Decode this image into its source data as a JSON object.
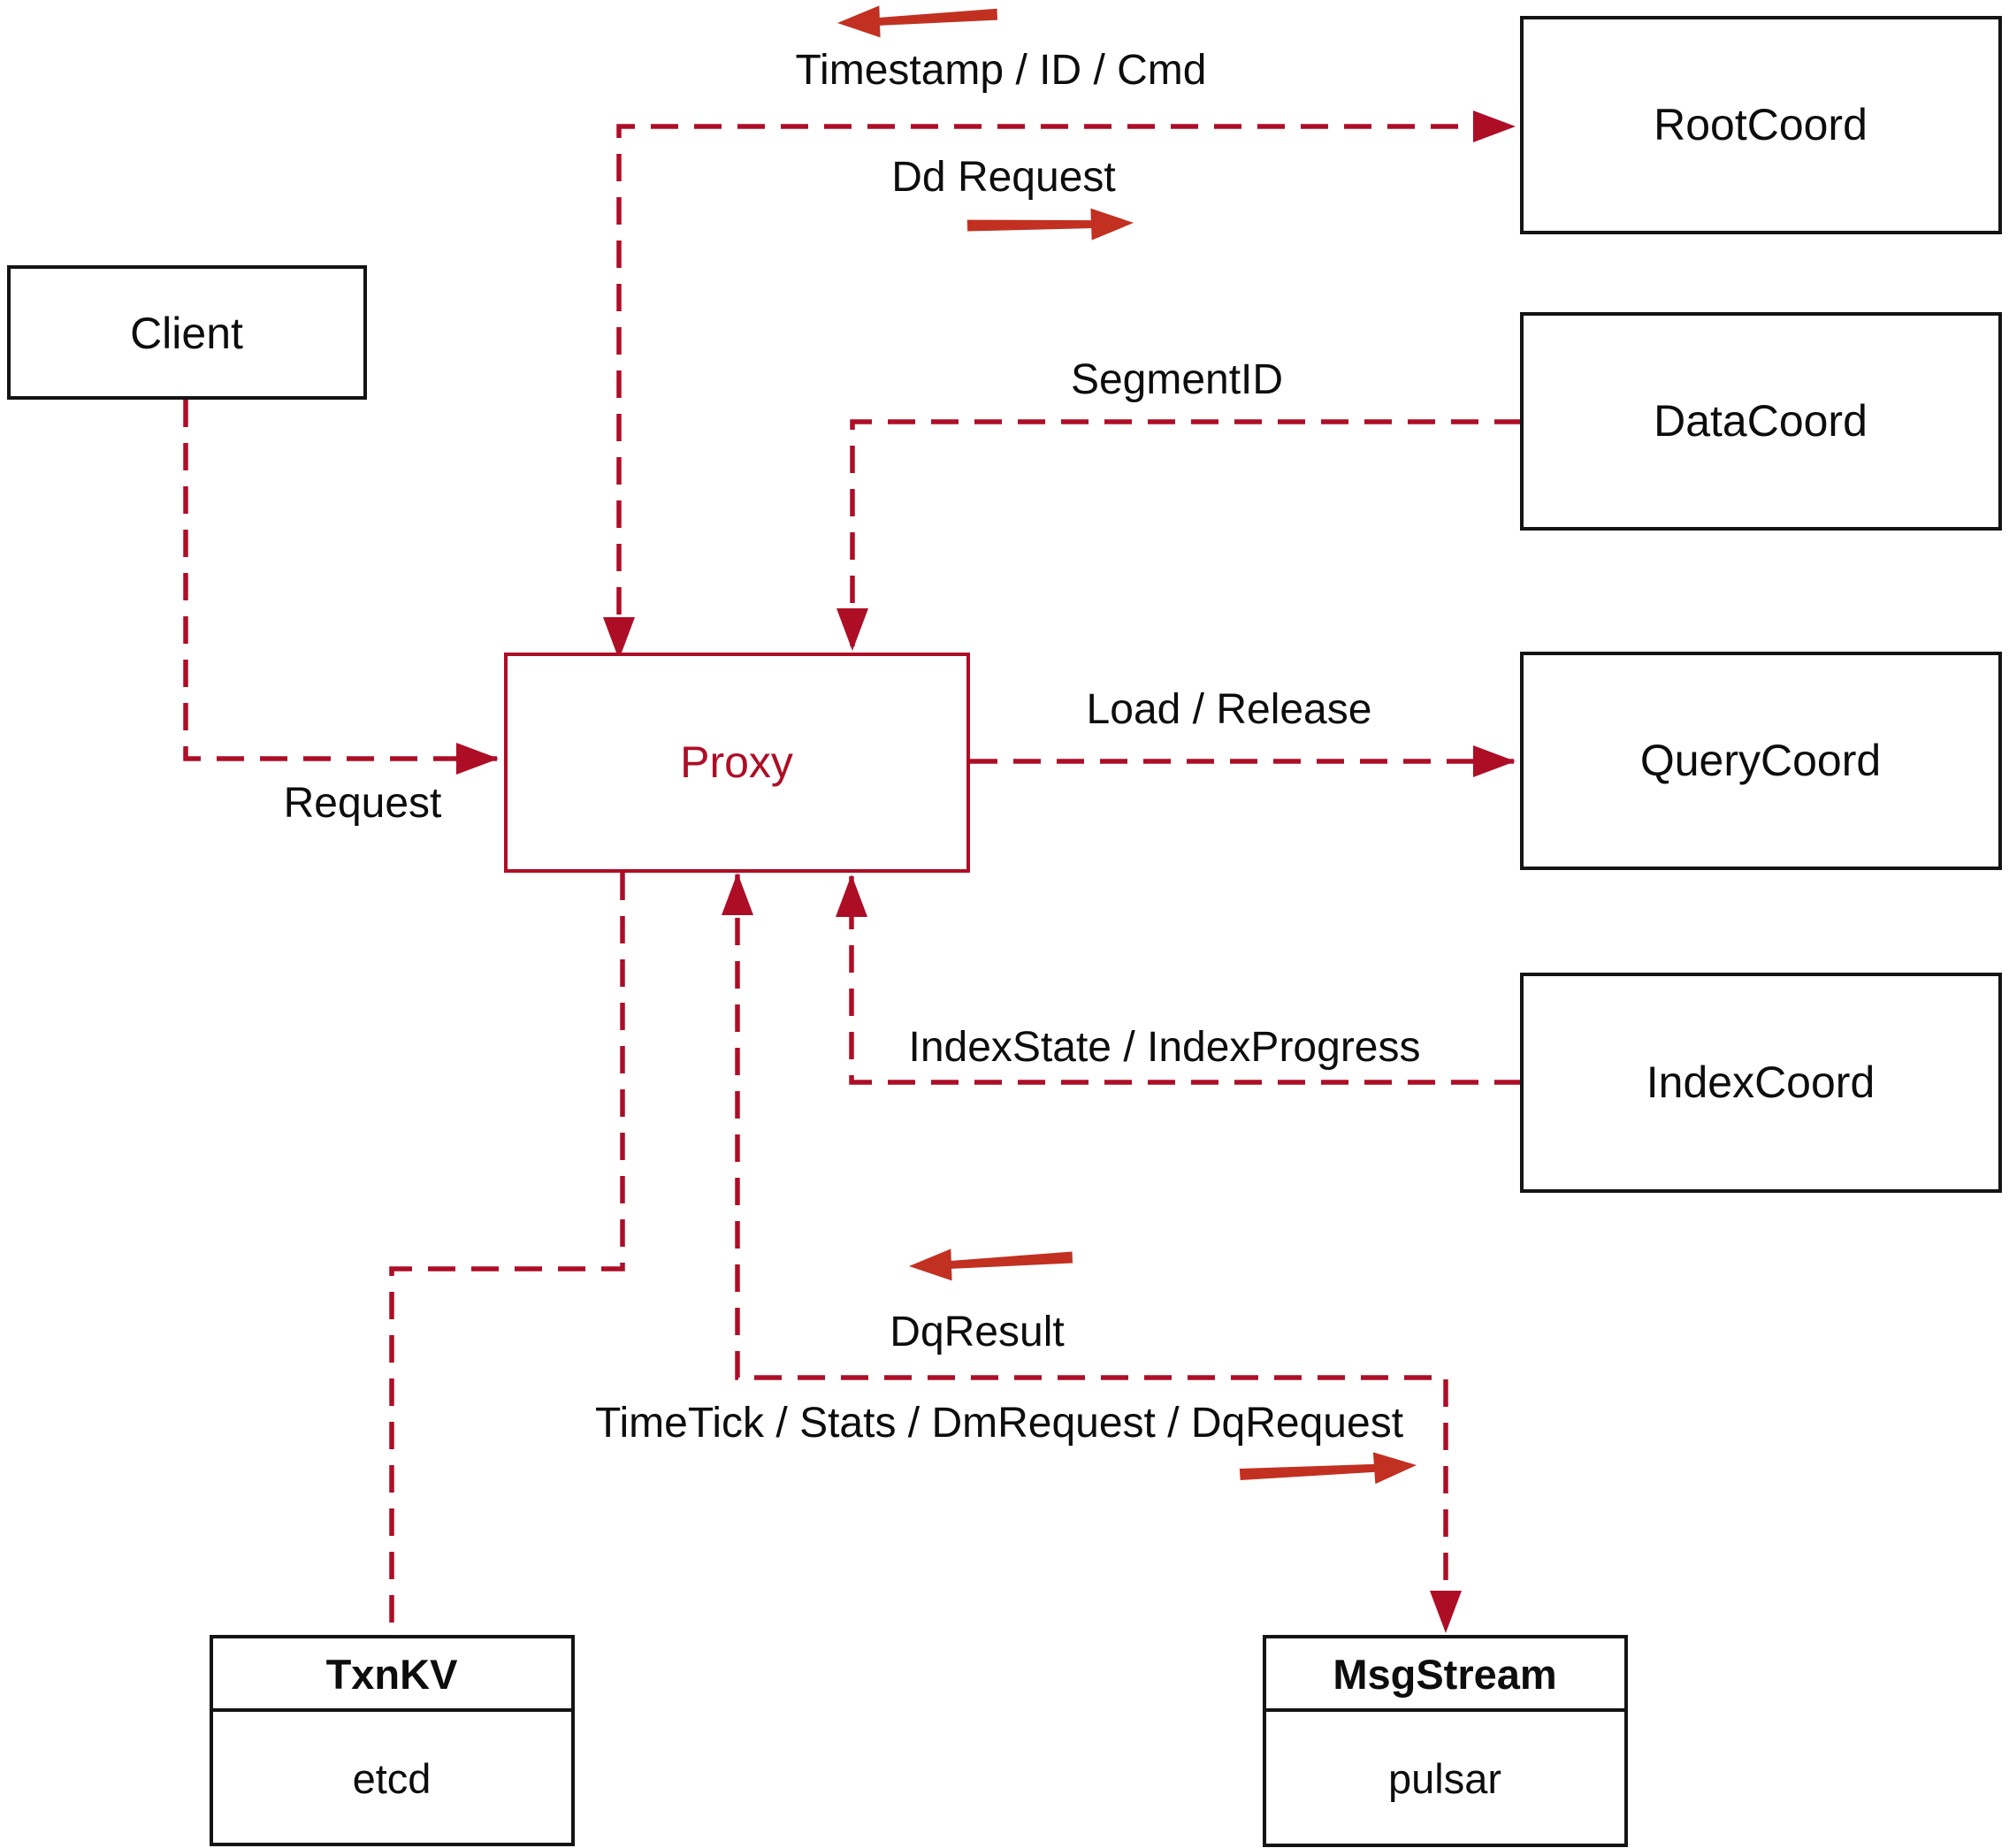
{
  "diagram": {
    "nodes": {
      "client": {
        "label": "Client"
      },
      "proxy": {
        "label": "Proxy"
      },
      "root_coord": {
        "label": "RootCoord"
      },
      "data_coord": {
        "label": "DataCoord"
      },
      "query_coord": {
        "label": "QueryCoord"
      },
      "index_coord": {
        "label": "IndexCoord"
      },
      "txn_kv": {
        "title": "TxnKV",
        "subtitle": "etcd"
      },
      "msg_stream": {
        "title": "MsgStream",
        "subtitle": "pulsar"
      }
    },
    "edge_labels": {
      "request": "Request",
      "timestamp_id_cmd": "Timestamp / ID / Cmd",
      "dd_request": "Dd Request",
      "segment_id": "SegmentID",
      "load_release": "Load / Release",
      "index_state": "IndexState / IndexProgress",
      "dq_result": "DqResult",
      "timetick": "TimeTick / Stats / DmRequest / DqRequest"
    },
    "colors": {
      "line": "#ad0e26",
      "glyph": "#c23021",
      "box_border": "#141414"
    }
  }
}
